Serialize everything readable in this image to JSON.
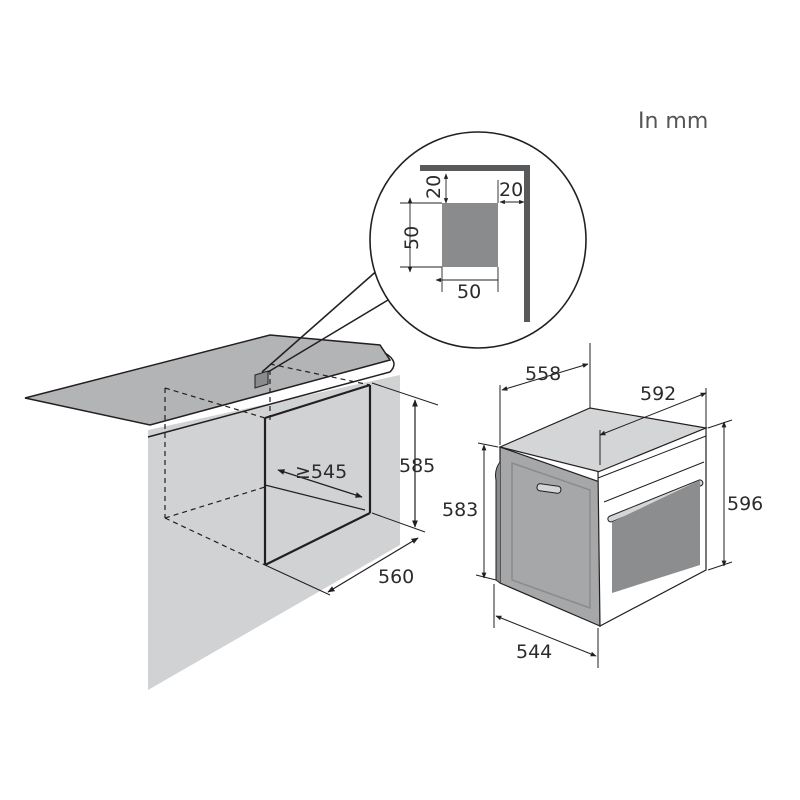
{
  "unit_label": "In mm",
  "colors": {
    "line": "#231f20",
    "panel_gray": "#d1d2d4",
    "vent_gray": "#8a8b8d",
    "oven_side": "#a6a7a9",
    "oven_top": "#d4d5d7",
    "window": "#8c8d8f",
    "background": "#ffffff"
  },
  "detail_callout": {
    "vent_height": "50",
    "vent_width": "50",
    "offset_top": "20",
    "offset_side": "20"
  },
  "cabinet_cutout": {
    "depth_min": "≥545",
    "height": "585",
    "width": "560"
  },
  "oven": {
    "depth_body": "558",
    "width_front": "592",
    "height_body": "583",
    "height_front": "596",
    "depth_bottom": "544"
  }
}
